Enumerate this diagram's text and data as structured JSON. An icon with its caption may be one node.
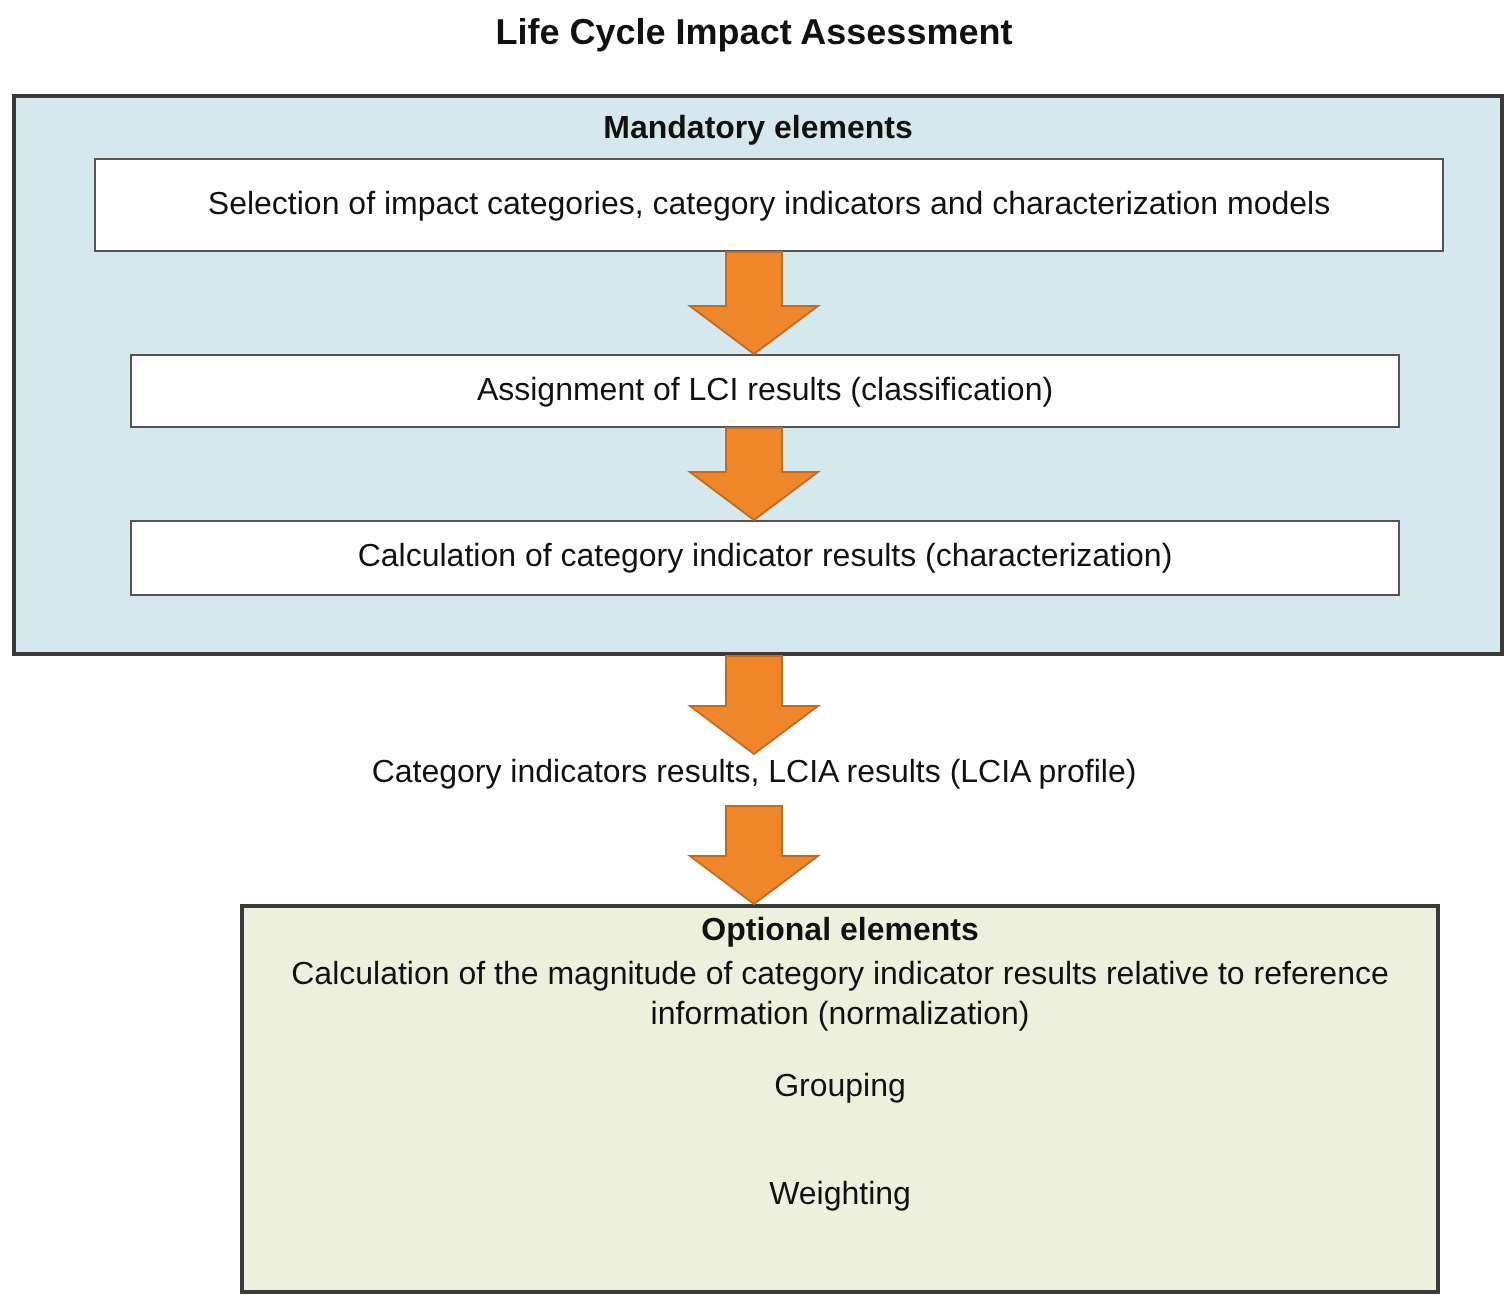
{
  "diagram": {
    "title": "Life Cycle Impact Assessment",
    "nodes": [
      {
        "text": [
          "Mandatory elements"
        ]
      },
      {
        "text": [
          "Selection of impact categories, category indicators and characterization models"
        ],
        "in": 0
      },
      {
        "text": [
          "Assignment of LCI results (classification)"
        ],
        "in": 0
      },
      {
        "text": [
          "Calculation of category indicator results (characterization)"
        ],
        "in": 0
      },
      {
        "text": [
          "Category indicators results, LCIA results (LCIA profile)"
        ]
      },
      {
        "text": [
          "Optional elements",
          "Calculation of the magnitude of category indicator results relative to reference information (normalization)",
          "Grouping",
          "Weighting"
        ]
      }
    ],
    "edges": [
      {
        "from": 1,
        "to": 2,
        "arrow": "to",
        "style": "thick"
      },
      {
        "from": 2,
        "to": 3,
        "arrow": "to",
        "style": "thick"
      },
      {
        "from": 0,
        "to": 4,
        "arrow": "to",
        "style": "thick"
      },
      {
        "from": 4,
        "to": 5,
        "arrow": "to",
        "style": "thick"
      }
    ]
  }
}
